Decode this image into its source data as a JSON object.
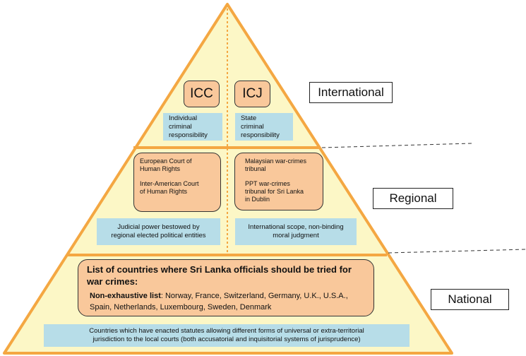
{
  "levels": {
    "international": "International",
    "regional": "Regional",
    "national": "National"
  },
  "international": {
    "icc_label": "ICC",
    "icj_label": "ICJ",
    "icc_note": [
      "Individual",
      "criminal",
      "responsibility"
    ],
    "icj_note": [
      "State",
      "criminal",
      "responsibility"
    ]
  },
  "regional": {
    "european_court": [
      "European Court of",
      "Human Rights"
    ],
    "inter_american_court": [
      "Inter-American Court",
      "of Human Rights"
    ],
    "malaysian_tribunal": [
      "Malaysian war-crimes",
      "tribunal"
    ],
    "ppt_tribunal": [
      "PPT war-crimes",
      "tribunal for Sri Lanka",
      "in Dublin"
    ],
    "left_note": [
      "Judicial power bestowed by",
      "regional elected political entities"
    ],
    "right_note": [
      "International scope, non-binding",
      "moral judgment"
    ]
  },
  "national": {
    "title": "List of countries where Sri Lanka officials should be tried for war crimes:",
    "list_label": "Non-exhaustive list",
    "list_text": ":  Norway, France, Switzerland, Germany, U.K., U.S.A., Spain, Netherlands, Luxembourg, Sweden, Denmark",
    "note": [
      "Countries which have enacted statutes allowing different  forms of universal or extra-territorial",
      "jurisdiction to the local courts (both accusatorial and inquisitorial systems of jurisprudence)"
    ]
  },
  "colors": {
    "pyramid_fill": "#fcf7c6",
    "pyramid_stroke": "#f4a742",
    "box_fill": "#f9c89b",
    "note_fill": "#b7dde8"
  }
}
